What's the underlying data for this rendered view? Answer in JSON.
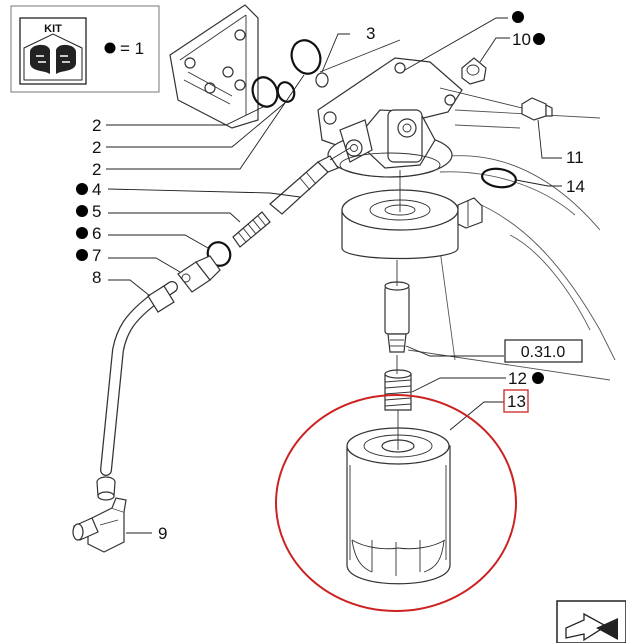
{
  "kit_box": {
    "label": "KIT",
    "icon": "new-holland-kit-logo",
    "legend_equals": "= 1",
    "legend_marker_color": "#000000"
  },
  "callouts": [
    {
      "id": "3",
      "label": "3",
      "kit": false
    },
    {
      "id": "top-dot",
      "label": "",
      "kit": true
    },
    {
      "id": "10",
      "label": "10",
      "kit": true
    },
    {
      "id": "2a",
      "label": "2",
      "kit": false
    },
    {
      "id": "2b",
      "label": "2",
      "kit": false
    },
    {
      "id": "2c",
      "label": "2",
      "kit": false
    },
    {
      "id": "11",
      "label": "11",
      "kit": false
    },
    {
      "id": "14",
      "label": "14",
      "kit": false
    },
    {
      "id": "4",
      "label": "4",
      "kit": true
    },
    {
      "id": "5",
      "label": "5",
      "kit": true
    },
    {
      "id": "6",
      "label": "6",
      "kit": true
    },
    {
      "id": "7",
      "label": "7",
      "kit": true
    },
    {
      "id": "8",
      "label": "8",
      "kit": false
    },
    {
      "id": "12",
      "label": "12",
      "kit": true
    },
    {
      "id": "13",
      "label": "13",
      "kit": false,
      "highlighted": true
    },
    {
      "id": "9",
      "label": "9",
      "kit": false
    }
  ],
  "reference_box": {
    "label": "0.31.0"
  },
  "highlight": {
    "part": "13",
    "color": "#cc2222"
  },
  "nav": {
    "icon": "next-page-arrow-icon"
  }
}
